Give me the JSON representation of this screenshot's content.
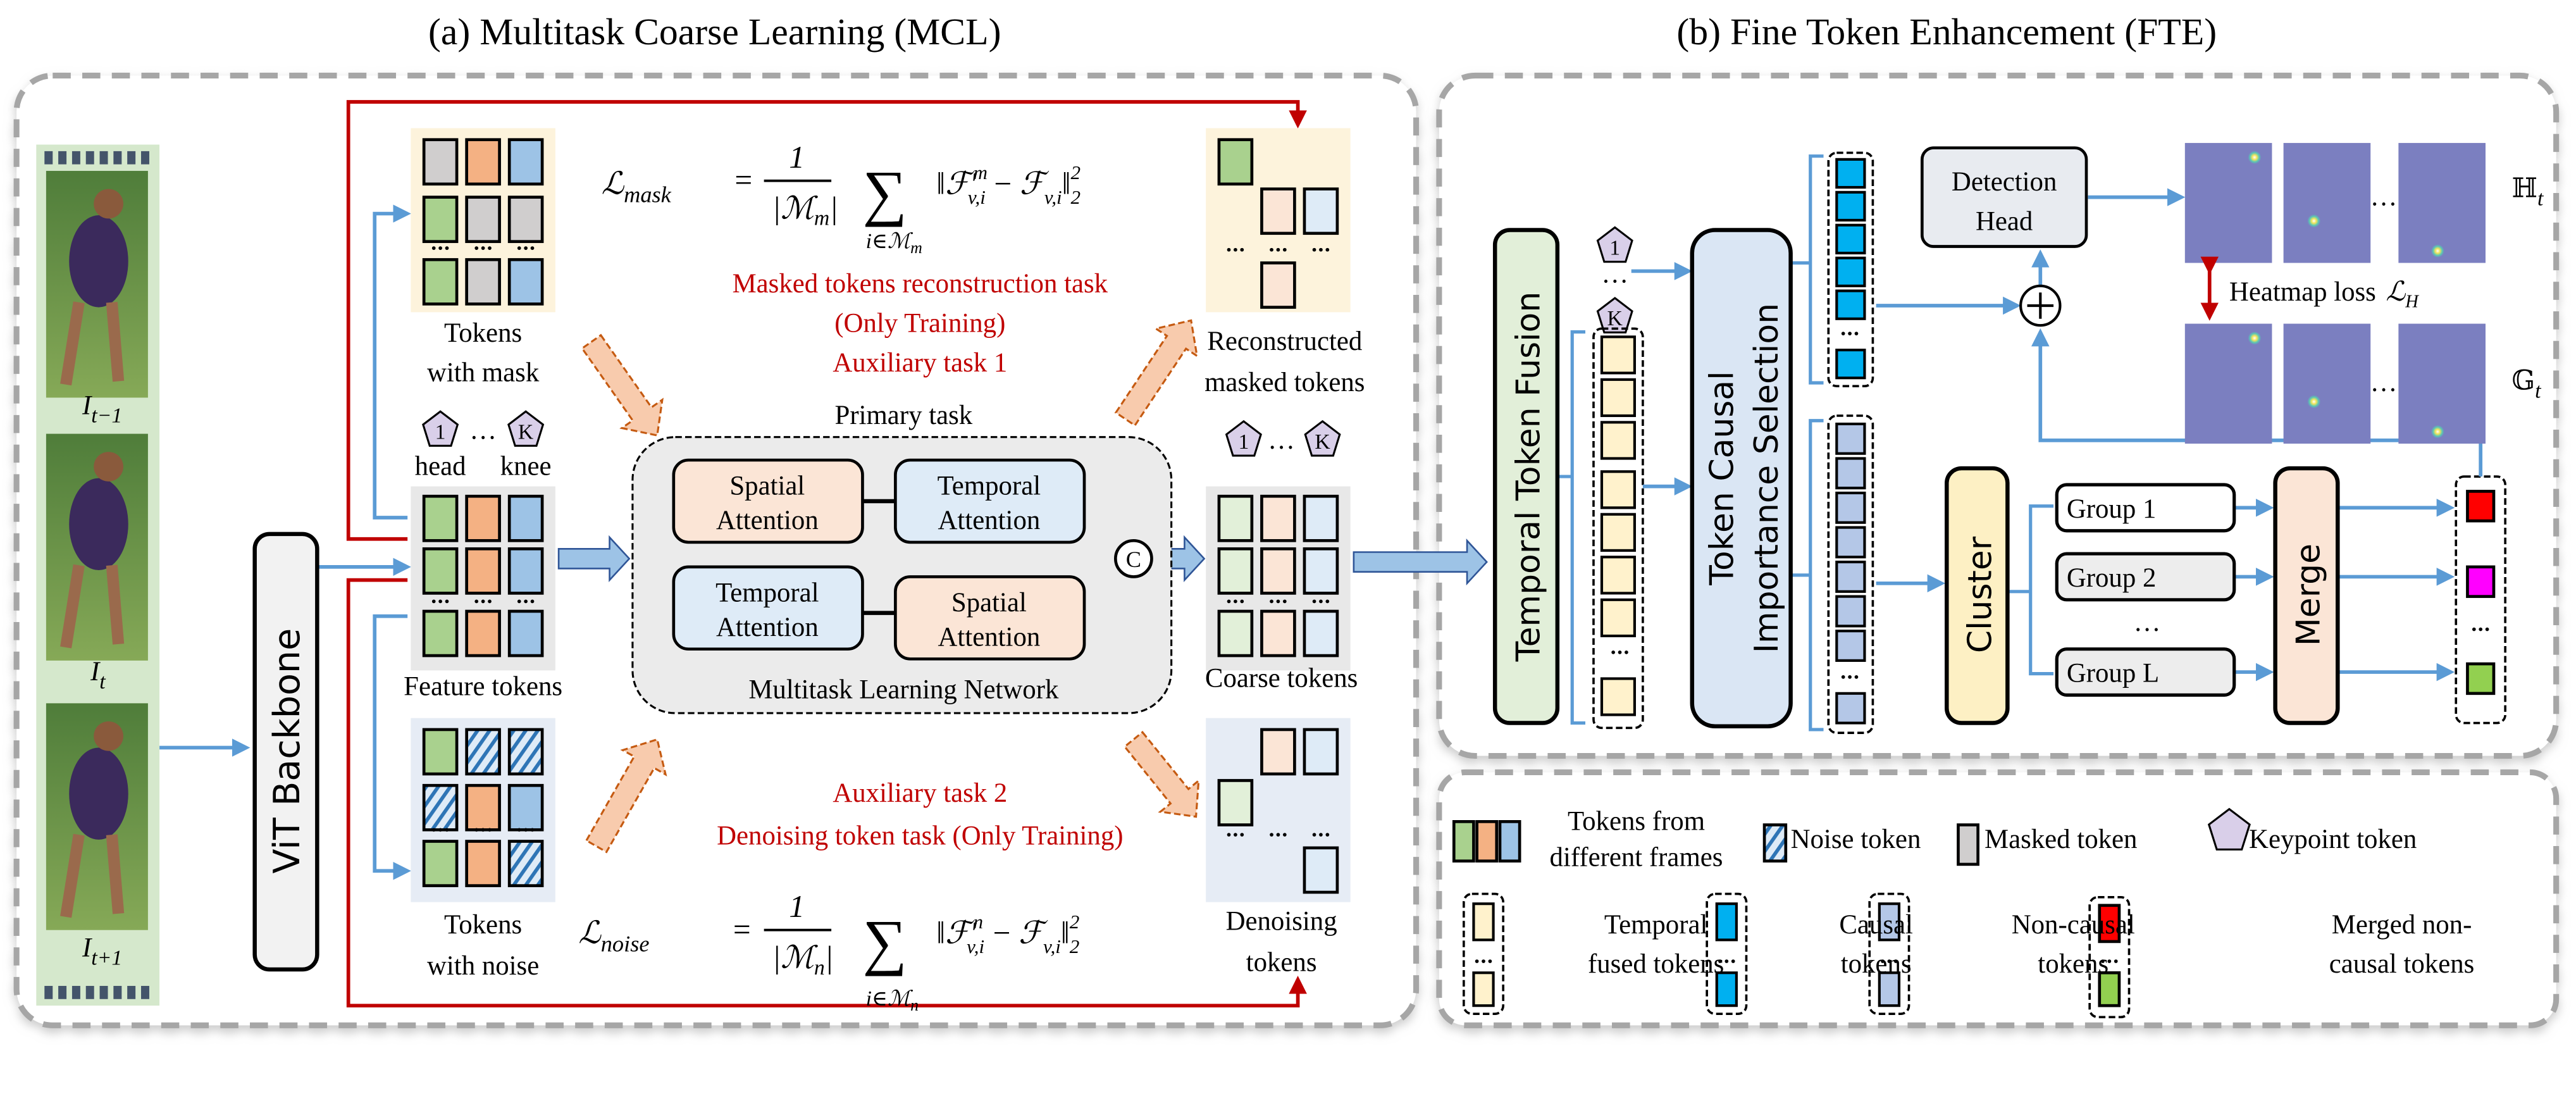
{
  "titles": {
    "mcl": "(a) Multitask Coarse Learning (MCL)",
    "fte": "(b) Fine Token  Enhancement (FTE)"
  },
  "frames": {
    "labels": [
      {
        "base": "I",
        "sub": "t−1"
      },
      {
        "base": "I",
        "sub": "t"
      },
      {
        "base": "I",
        "sub": "t+1"
      }
    ]
  },
  "mcl": {
    "backbone": "ViT Backbone",
    "tokens_with_mask": [
      "Tokens",
      "with mask"
    ],
    "feature_tokens": "Feature tokens",
    "tokens_with_noise": [
      "Tokens",
      "with noise"
    ],
    "keypoints": {
      "first": "1",
      "last": "K",
      "dots": "…",
      "first_name": "head",
      "last_name": "knee"
    },
    "mask_task": [
      "Masked tokens reconstruction task",
      "(Only Training)",
      "Auxiliary task 1"
    ],
    "noise_task": [
      "Auxiliary task 2",
      "Denoising token task (Only Training)"
    ],
    "primary_task": "Primary task",
    "network": "Multitask Learning Network",
    "blocks": {
      "row1_a": [
        "Spatial",
        "Attention"
      ],
      "row1_b": [
        "Temporal",
        "Attention"
      ],
      "row2_a": [
        "Temporal",
        "Attention"
      ],
      "row2_b": [
        "Spatial",
        "Attention"
      ]
    },
    "concat_symbol": "C",
    "reconstructed": [
      "Reconstructed",
      "masked tokens"
    ],
    "coarse_tokens": "Coarse tokens",
    "denoising_tokens": [
      "Denoising",
      "tokens"
    ],
    "loss_mask": {
      "L": "ℒ",
      "sub": "mask",
      "eq": "=",
      "num": "1",
      "den": "|ℳ",
      "den_sub": "m",
      "den_end": "|",
      "sum": "∑",
      "sum_idx": "i∈ℳ",
      "sum_idx_sub": "m",
      "norm_a": "‖ℱ′",
      "sup_a": "m",
      "sub_a": "v,i",
      "minus": "−",
      "norm_b": "ℱ",
      "sub_b": "v,i",
      "norm_end": "‖",
      "pow": "2",
      "pow_sub": "2"
    },
    "loss_noise": {
      "L": "ℒ",
      "sub": "noise",
      "eq": "=",
      "num": "1",
      "den": "|ℳ",
      "den_sub": "n",
      "den_end": "|",
      "sum": "∑",
      "sum_idx": "i∈ℳ",
      "sum_idx_sub": "n",
      "norm_a": "‖ℱ′",
      "sup_a": "n",
      "sub_a": "v,i",
      "minus": "−",
      "norm_b": "ℱ",
      "sub_b": "v,i",
      "norm_end": "‖",
      "pow": "2",
      "pow_sub": "2"
    }
  },
  "fte": {
    "temporal_fusion": "Temporal Token  Fusion",
    "tcis": [
      "Token Causal",
      "Importance Selection"
    ],
    "detection_head": [
      "Detection",
      "Head"
    ],
    "heatmap_pred": {
      "base": "ℍ",
      "sub": "t"
    },
    "heatmap_gt": {
      "base": "𝔾",
      "sub": "t"
    },
    "heatmap_loss": "Heatmap loss",
    "heatmap_loss_sym": {
      "base": "ℒ",
      "sub": "H"
    },
    "dots": "…",
    "cluster": "Cluster",
    "merge": "Merge",
    "groups": [
      "Group 1",
      "Group 2",
      "Group L"
    ],
    "keypoints": {
      "first": "1",
      "last": "K"
    }
  },
  "legend": {
    "frames_tokens": [
      "Tokens from",
      "different frames"
    ],
    "noise_token": "Noise token",
    "masked_token": "Masked token",
    "keypoint_token": "Keypoint token",
    "temporal_fused": [
      "Temporal",
      "fused tokens"
    ],
    "causal": [
      "Causal",
      "tokens"
    ],
    "non_causal": [
      "Non-causal",
      "tokens"
    ],
    "merged": [
      "Merged non-",
      "causal tokens"
    ]
  },
  "colors": {
    "green": "#a9d18e",
    "orange": "#f4b183",
    "blue": "#9dc3e6",
    "gray": "#d0cece",
    "light_green": "#e2f0d9",
    "light_orange": "#fbe5d6",
    "light_blue": "#deebf7",
    "noise_stripe": "#2e75b6",
    "keypoint": "#d9cfe9",
    "causal": "#00b0f0",
    "non_causal": "#b4c7e7",
    "fused": "#fff2cc",
    "heatmap": "#7b7fc0",
    "arrow_blue": "#5b9bd5",
    "arrow_red": "#c00000",
    "group1": [
      "#ff0000",
      "#ff8080",
      "#ff4d4d"
    ],
    "group2": [
      "#ff00ff"
    ],
    "groupL": [
      "#92d050",
      "#c5e0b4"
    ]
  }
}
